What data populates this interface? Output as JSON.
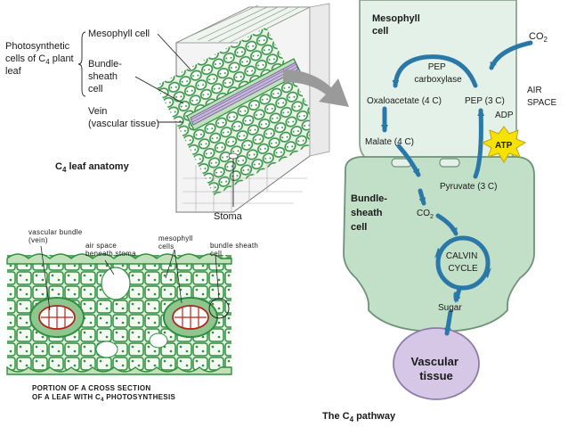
{
  "anatomy": {
    "group_label": [
      "Photosynthetic",
      "cells of C",
      "4",
      " plant",
      "leaf"
    ],
    "mesophyll_label": "Mesophyll cell",
    "bundle_sheath_label": [
      "Bundle-",
      "sheath",
      "cell"
    ],
    "vein_label": [
      "Vein",
      "(vascular tissue)"
    ],
    "title_prefix": "C",
    "title_sub": "4",
    "title_suffix": " leaf anatomy",
    "stoma_label": "Stoma"
  },
  "cross_section": {
    "vascular_bundle": [
      "vascular bundle",
      "(vein)"
    ],
    "air_space": [
      "air space",
      "beneath stoma"
    ],
    "mesophyll": [
      "mesophyll",
      "cells"
    ],
    "bundle_sheath": [
      "bundle sheath",
      "cell"
    ],
    "caption_line1": "PORTION OF A CROSS SECTION",
    "caption_line2_prefix": "OF A LEAF WITH C",
    "caption_line2_sub": "4",
    "caption_line2_suffix": " PHOTOSYNTHESIS"
  },
  "pathway": {
    "mesophyll_cell": [
      "Mesophyll",
      "cell"
    ],
    "co2_top_main": "CO",
    "co2_sub": "2",
    "pep_carboxylase": [
      "PEP",
      "carboxylase"
    ],
    "oxaloacetate": "Oxaloacetate (4 C)",
    "pep": "PEP (3 C)",
    "air_space": [
      "AIR",
      "SPACE"
    ],
    "adp": "ADP",
    "atp": "ATP",
    "malate": "Malate (4 C)",
    "pyruvate": "Pyruvate (3 C)",
    "bundle_sheath_cell": [
      "Bundle-",
      "sheath",
      "cell"
    ],
    "co2_inner_main": "CO",
    "calvin_cycle": [
      "CALVIN",
      "CYCLE"
    ],
    "sugar": "Sugar",
    "vascular_tissue": [
      "Vascular",
      "tissue"
    ],
    "title_prefix": "The C",
    "title_sub": "4",
    "title_suffix": " pathway"
  },
  "colors": {
    "mesophyll_fill": "#e4f1e8",
    "bundle_fill": "#c2dfc8",
    "vascular_fill": "#d6c7e6",
    "arrow_blue": "#2a78a8",
    "atp_yellow": "#f6e200",
    "leaf_green": "#2f8f3e"
  }
}
